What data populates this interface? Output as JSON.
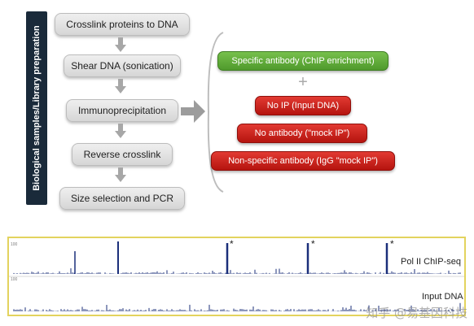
{
  "sidebar": {
    "label": "Biological samples/Library preparation"
  },
  "steps": [
    "Crosslink proteins to DNA",
    "Shear DNA (sonication)",
    "Immunoprecipitation",
    "Reverse crosslink",
    "Size selection and PCR"
  ],
  "samples": {
    "specific": "Specific antibody (ChIP enrichment)",
    "plus": "+",
    "controls": [
      "No IP (Input DNA)",
      "No antibody (\"mock IP\")",
      "Non-specific antibody (IgG \"mock IP\")"
    ]
  },
  "colors": {
    "specific": "#5ea83a",
    "control": "#cc1f1a",
    "track": "#1b2f7a",
    "panel_border": "#e3d35e"
  },
  "tracks": [
    {
      "label": "Pol II ChIP-seq",
      "star": "*"
    },
    {
      "label": "Input DNA"
    }
  ],
  "watermark": "知乎 @易基因科技"
}
